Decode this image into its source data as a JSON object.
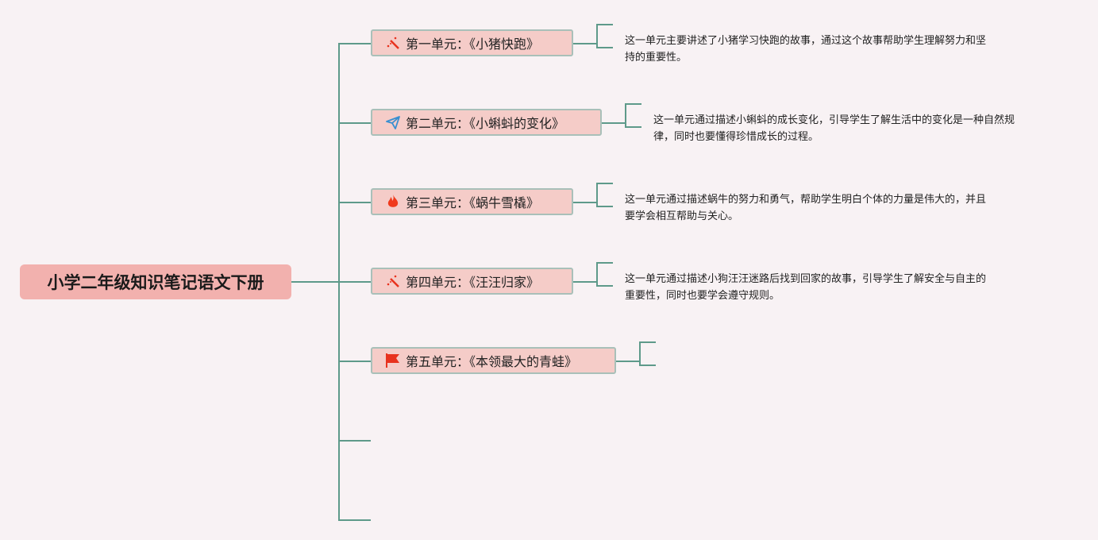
{
  "root": {
    "title": "小学二年级知识笔记语文下册"
  },
  "units": [
    {
      "icon": "magic-wand-icon",
      "title": "第一单元：《小猪快跑》",
      "desc": [
        "这一单元主要讲述了小猪学习快跑的故事，通过这个故事帮助学生理解努力和坚",
        "持的重要性。"
      ]
    },
    {
      "icon": "paper-plane-icon",
      "title": "第二单元：《小蝌蚪的变化》",
      "desc": [
        "这一单元通过描述小蝌蚪的成长变化，引导学生了解生活中的变化是一种自然规",
        "律，同时也要懂得珍惜成长的过程。"
      ]
    },
    {
      "icon": "fire-icon",
      "title": "第三单元：《蜗牛雪橇》",
      "desc": [
        "这一单元通过描述蜗牛的努力和勇气，帮助学生明白个体的力量是伟大的，并且",
        "要学会相互帮助与关心。"
      ]
    },
    {
      "icon": "magic-wand-icon",
      "title": "第四单元：《汪汪归家》",
      "desc": [
        "这一单元通过描述小狗汪汪迷路后找到回家的故事，引导学生了解安全与自主的",
        "重要性，同时也要学会遵守规则。"
      ]
    },
    {
      "icon": "flag-icon",
      "title": "第五单元：《本领最大的青蛙》"
    }
  ],
  "colors": {
    "line": "#5e9a8a",
    "node": "#f5ccc8",
    "root": "#f2b1ae",
    "icon": "#e8321e"
  }
}
